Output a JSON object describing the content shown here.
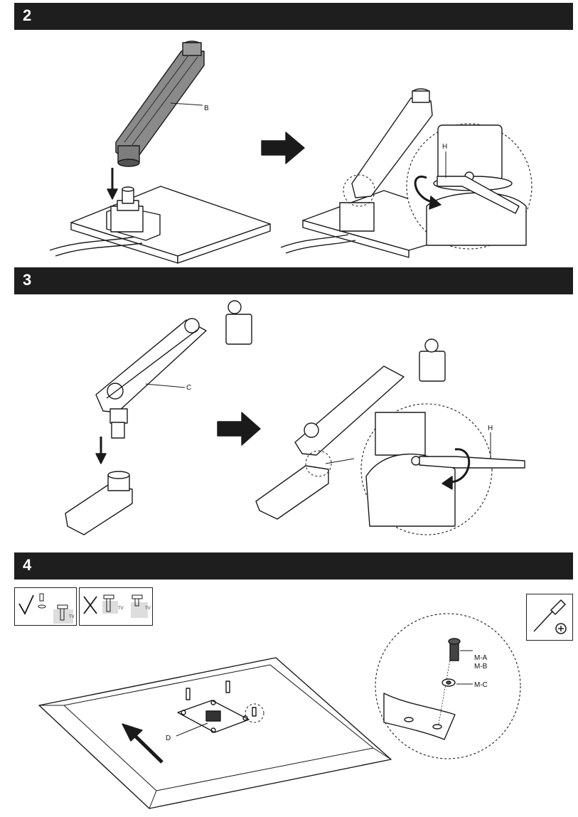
{
  "steps": [
    {
      "number": "2"
    },
    {
      "number": "3"
    },
    {
      "number": "4"
    }
  ],
  "labels": {
    "arm_b": "B",
    "hex_key_h_step2": "H",
    "arm_c": "C",
    "hex_key_h_step3": "H",
    "plate_d": "D",
    "screw_ma": "M-A",
    "screw_mb": "M-B",
    "washer_mc": "M-C",
    "tv_mark": "TV"
  }
}
